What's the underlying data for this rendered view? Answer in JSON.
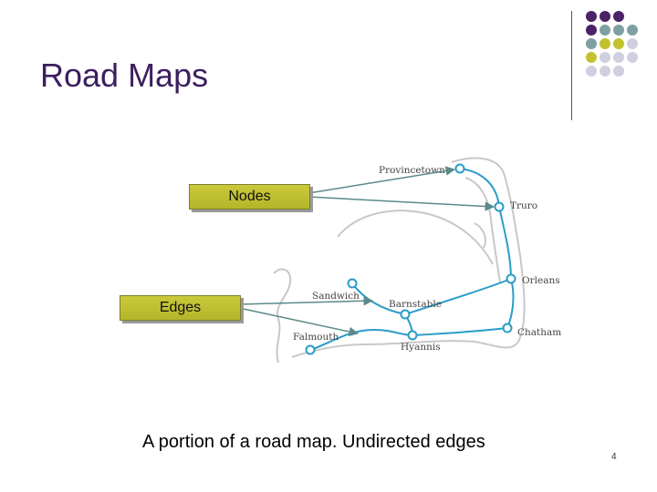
{
  "slide": {
    "title": "Road Maps",
    "caption": "A portion of a road map. Undirected edges",
    "page_number": "4"
  },
  "callouts": {
    "nodes": "Nodes",
    "edges": "Edges"
  },
  "map": {
    "towns": [
      "Provincetown",
      "Truro",
      "Orleans",
      "Sandwich",
      "Barnstable",
      "Chatham",
      "Falmouth",
      "Hyannis"
    ]
  },
  "colors": {
    "title": "#3b1f5e",
    "road": "#2a9cc8",
    "callout": "#c4c436",
    "arrow": "#5a8a8a",
    "dot_purple": "#4b2266",
    "dot_teal": "#7f9fa3",
    "dot_olive": "#c2c22e",
    "dot_gray": "#cfcfe0"
  },
  "icons": [
    "decorative-dot-grid-icon"
  ]
}
